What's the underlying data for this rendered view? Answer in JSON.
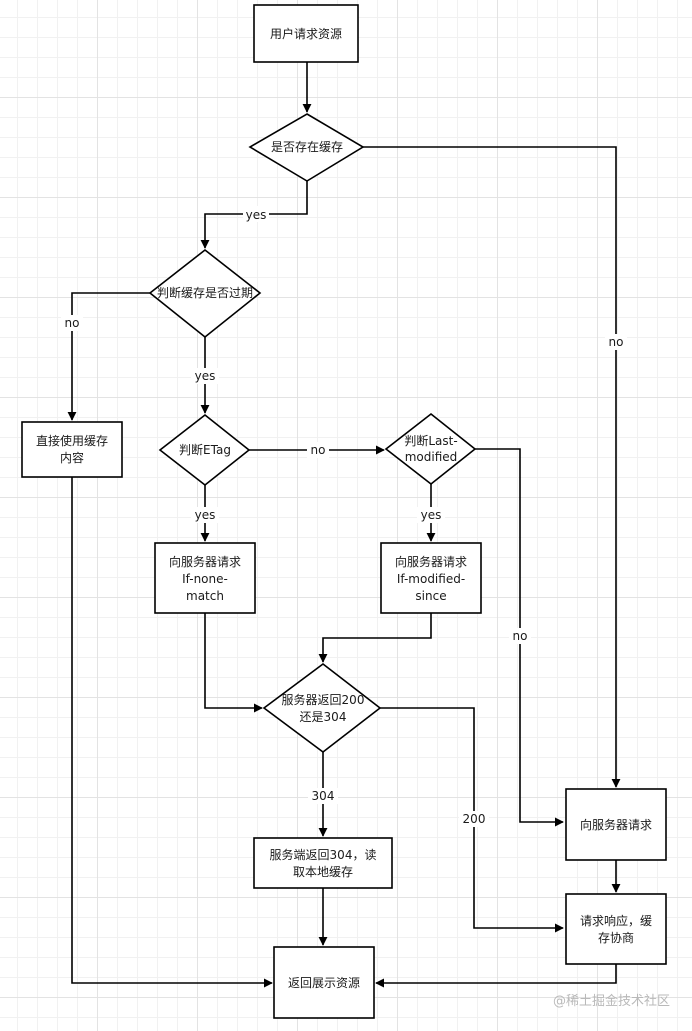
{
  "nodes": {
    "request": "用户请求资源",
    "has_cache": "是否存在缓存",
    "cache_expired": "判断缓存是否过期",
    "use_cache_l1": "直接使用缓存",
    "use_cache_l2": "内容",
    "etag": "判断ETag",
    "last_modified_l1": "判断Last-",
    "last_modified_l2": "modified",
    "if_none_match_l1": "向服务器请求",
    "if_none_match_l2": "If-none-",
    "if_none_match_l3": "match",
    "if_modified_since_l1": "向服务器请求",
    "if_modified_since_l2": "If-modified-",
    "if_modified_since_l3": "since",
    "server_200_304_l1": "服务器返回200",
    "server_200_304_l2": "还是304",
    "server_request": "向服务器请求",
    "server_304_read_l1": "服务端返回304，读",
    "server_304_read_l2": "取本地缓存",
    "response_cache_l1": "请求响应，缓",
    "response_cache_l2": "存协商",
    "show_resource": "返回展示资源"
  },
  "edge_labels": {
    "yes_has_cache": "yes",
    "no_has_cache": "no",
    "no_expired": "no",
    "yes_expired": "yes",
    "no_etag": "no",
    "yes_etag": "yes",
    "yes_last_modified": "yes",
    "no_last_modified": "no",
    "code_304": "304",
    "code_200": "200"
  },
  "watermark": "@稀土掘金技术社区"
}
